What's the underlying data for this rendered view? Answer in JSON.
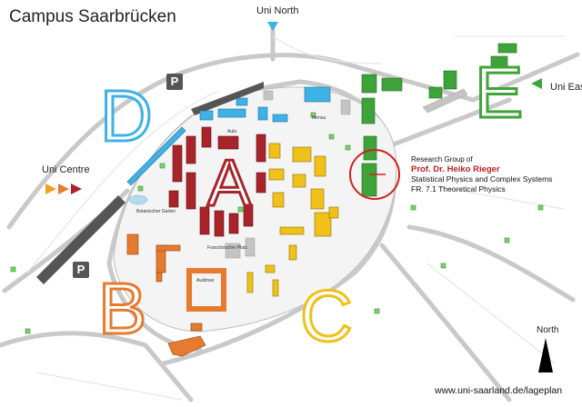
{
  "title": "Campus Saarbrücken",
  "directions": {
    "north": "Uni North",
    "east": "Uni East",
    "centre": "Uni Centre"
  },
  "zones": {
    "a": "A",
    "b": "B",
    "c": "C",
    "d": "D",
    "e": "E"
  },
  "parking_label": "P",
  "research": {
    "line1": "Research Group of",
    "line2": "Prof. Dr. Heiko Rieger",
    "line3": "Statistical Physics and Complex Systems",
    "line4": "FR. 7.1 Theoretical Physics"
  },
  "map_labels": {
    "botanischer_garten": "Botanischer Garten",
    "franzoesischer_platz": "Französischer Platz",
    "mensa": "Mensa",
    "aula": "Aula",
    "audimax": "Audimax"
  },
  "compass": "North",
  "url": "www.uni-saarland.de/lageplan",
  "colors": {
    "zone_a": "#a8232a",
    "zone_b": "#e67a2e",
    "zone_c": "#f0c11a",
    "zone_d": "#3db2e6",
    "zone_e": "#3ea43a",
    "highlight": "#d0201c"
  }
}
